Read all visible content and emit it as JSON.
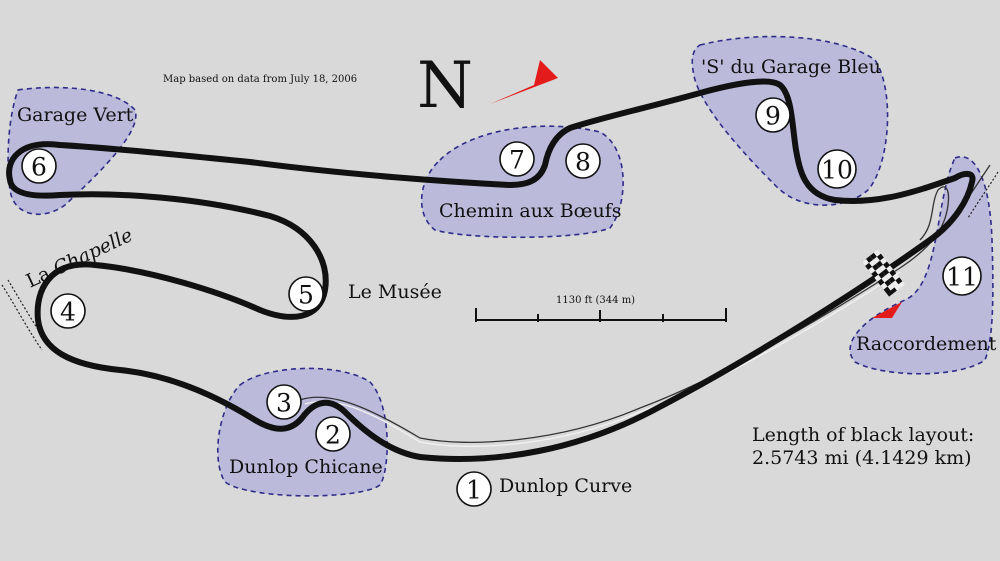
{
  "map": {
    "source_note": "Map based on data from July 18, 2006",
    "north_label": "N",
    "scale_label": "1130 ft (344 m)",
    "length_title": "Length of black layout:",
    "length_value": "2.5743 mi (4.1429 km)",
    "colors": {
      "zone_fill": "#b6b4dc",
      "zone_border": "#2f2d88",
      "track": "#111111",
      "arrow": "#e31b1b",
      "background": "#d8d9d8"
    },
    "turns": [
      {
        "number": "1"
      },
      {
        "number": "2"
      },
      {
        "number": "3"
      },
      {
        "number": "4"
      },
      {
        "number": "5"
      },
      {
        "number": "6"
      },
      {
        "number": "7"
      },
      {
        "number": "8"
      },
      {
        "number": "9"
      },
      {
        "number": "10"
      },
      {
        "number": "11"
      }
    ],
    "labels": {
      "garage_vert": "Garage Vert",
      "la_chapelle_prefix": "La ",
      "la_chapelle_name": "Chapelle",
      "le_musee": "Le Musée",
      "dunlop_chicane": "Dunlop Chicane",
      "dunlop_curve": "Dunlop Curve",
      "chemin_aux_boeufs": "Chemin aux Bœufs",
      "s_du_garage_bleu": "'S' du Garage Bleu",
      "raccordement": "Raccordement"
    }
  }
}
